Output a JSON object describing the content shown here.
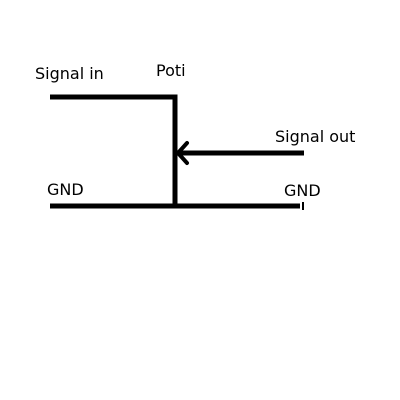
{
  "labels": {
    "signal_in": "Signal in",
    "poti": "Poti",
    "signal_out": "Signal out",
    "gnd_left": "GND",
    "gnd_right": "GND"
  },
  "colors": {
    "wire": "#000000",
    "background": "#ffffff"
  }
}
